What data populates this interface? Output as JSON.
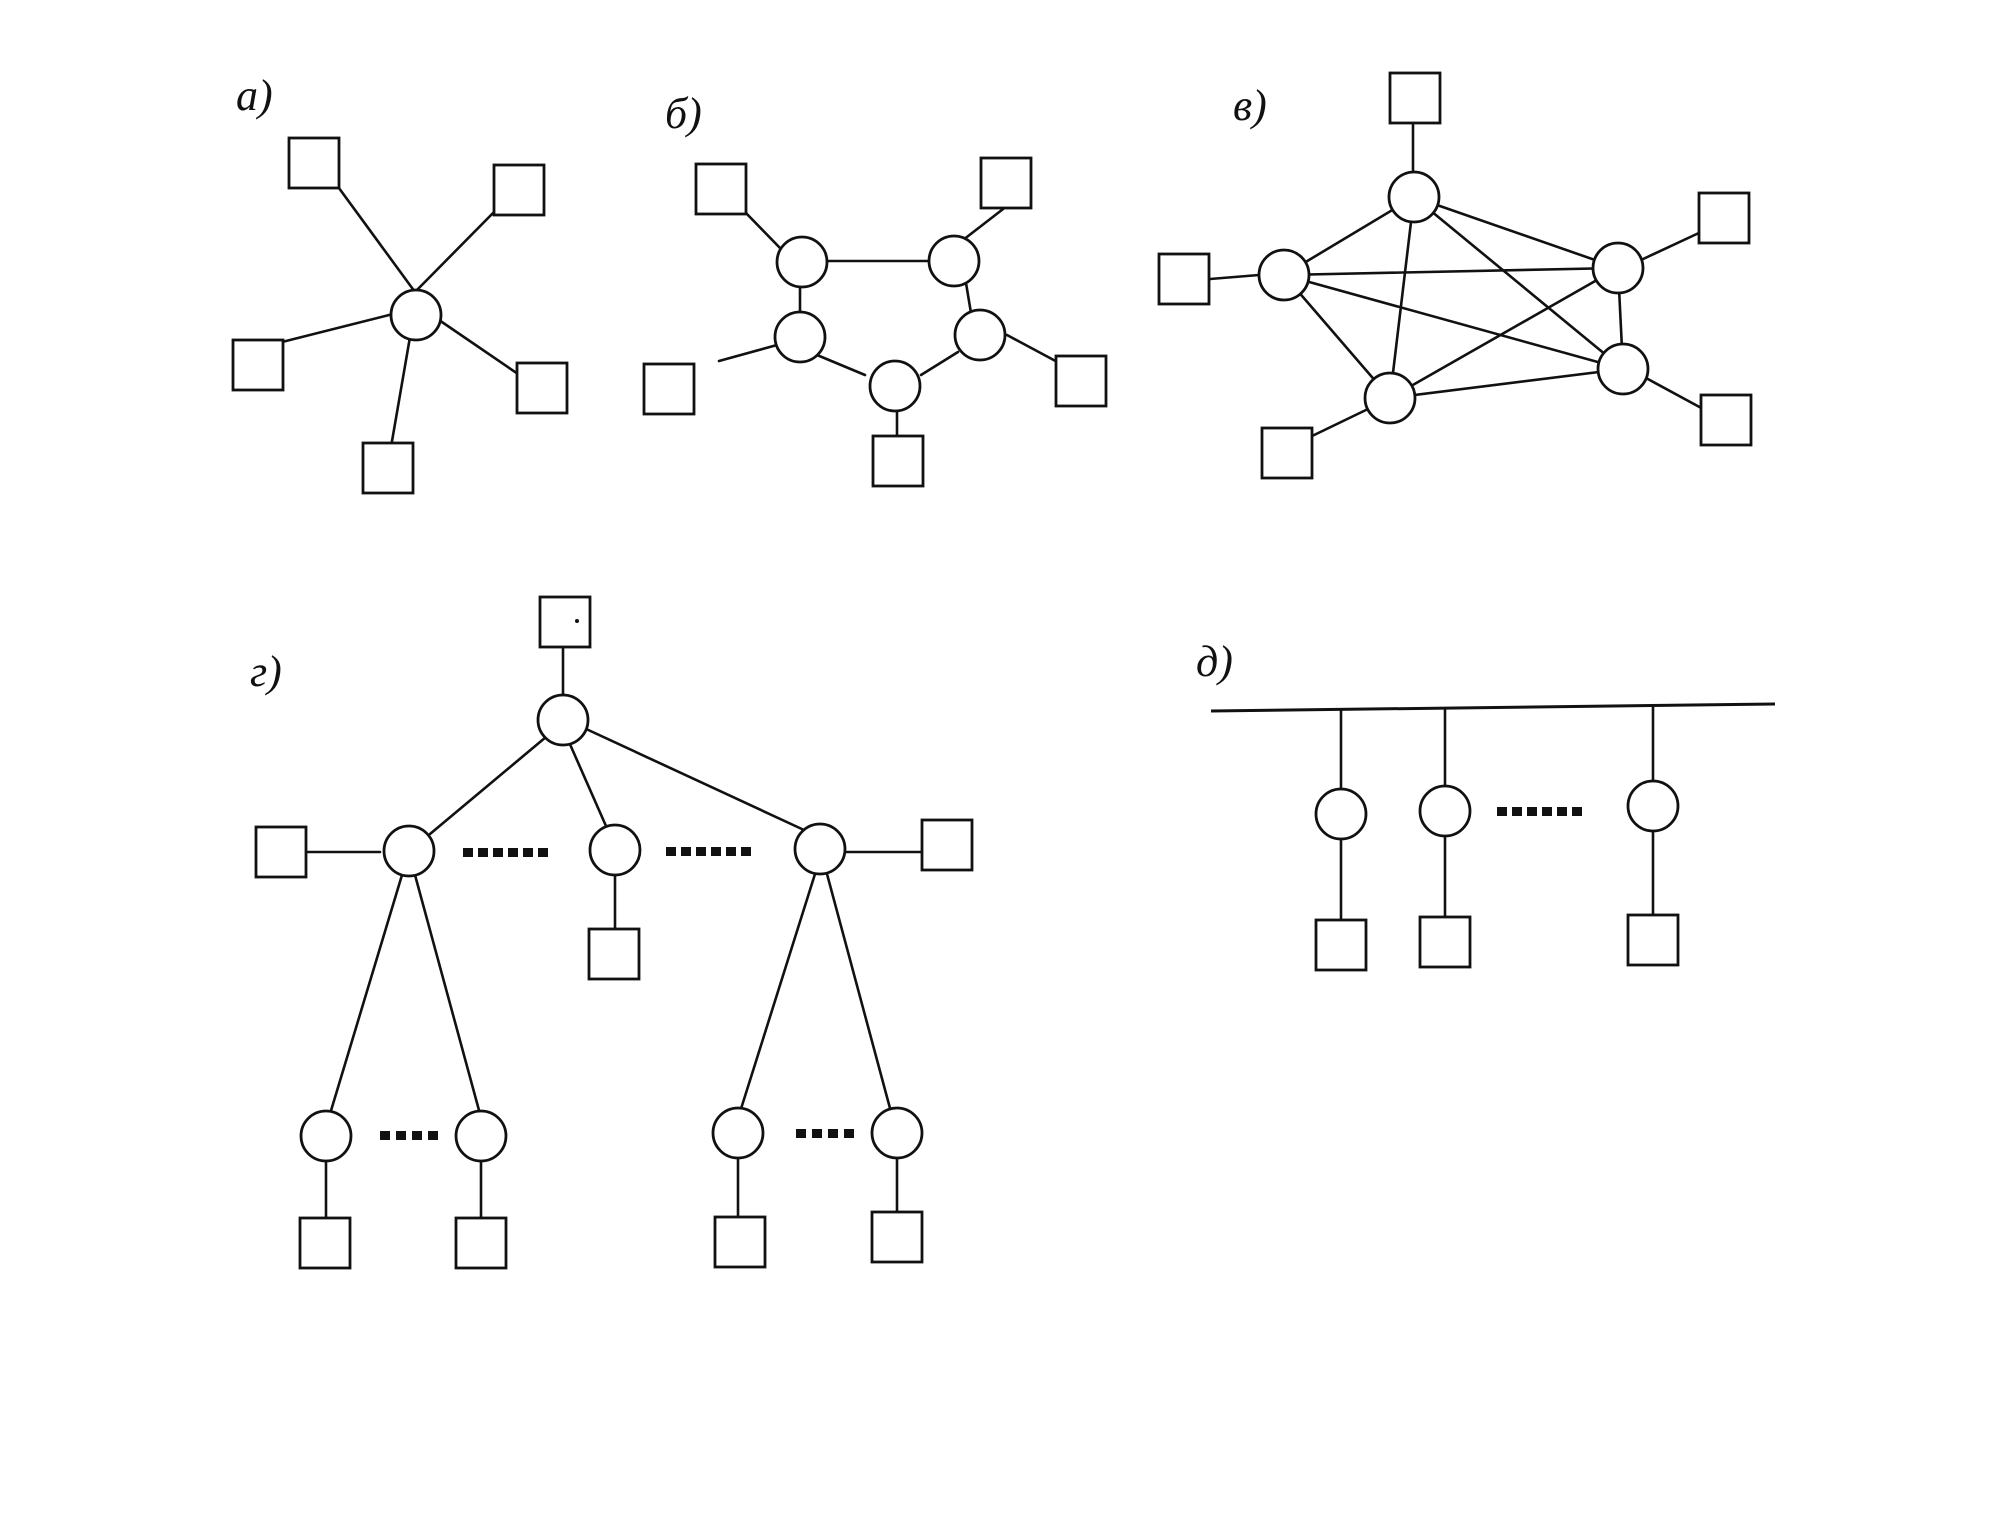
{
  "diagrams": [
    {
      "id": "a",
      "label": "а)",
      "description_key": "star"
    },
    {
      "id": "b",
      "label": "б)",
      "description_key": "ring"
    },
    {
      "id": "c",
      "label": "в)",
      "description_key": "mesh"
    },
    {
      "id": "d",
      "label": "г)",
      "description_key": "tree"
    },
    {
      "id": "e",
      "label": "д)",
      "description_key": "bus"
    }
  ]
}
